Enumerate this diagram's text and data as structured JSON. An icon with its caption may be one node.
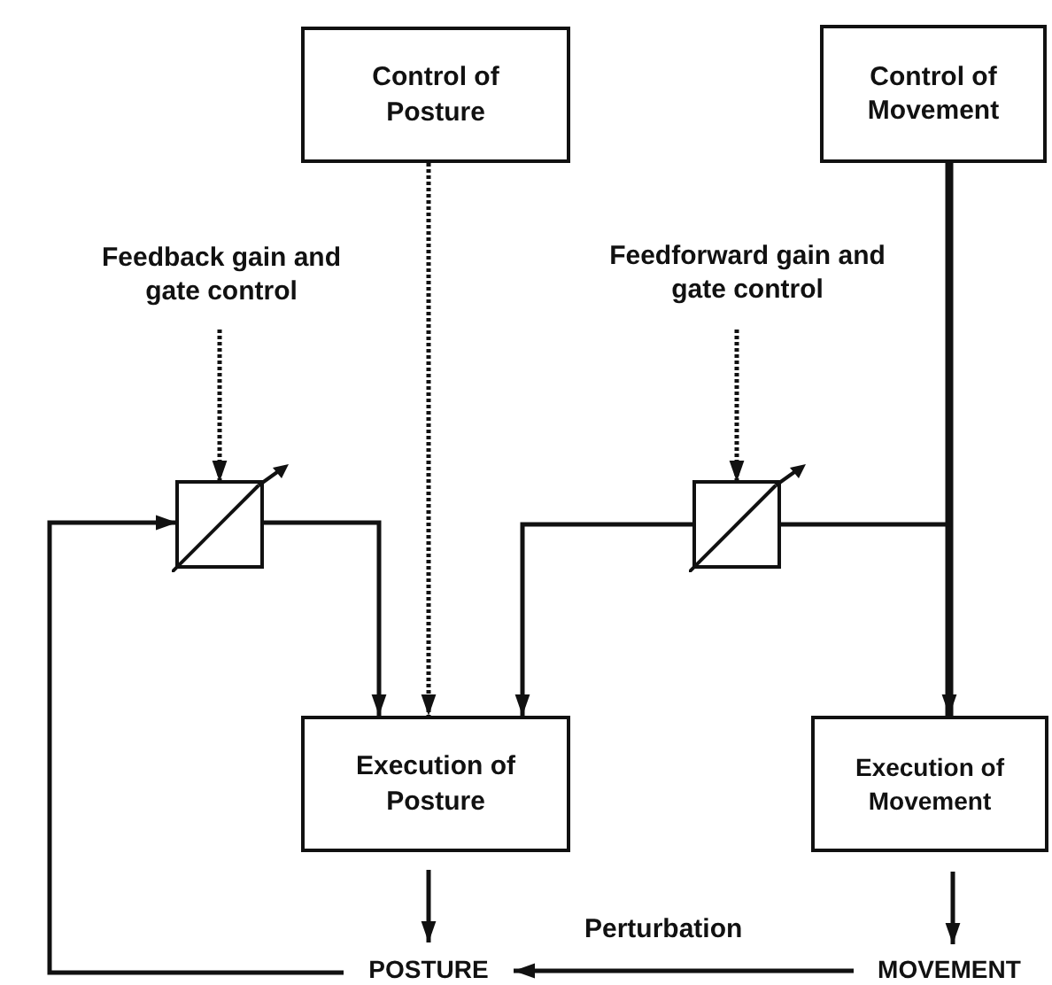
{
  "diagram": {
    "nodes": [
      {
        "text": [
          "Control of Posture"
        ]
      },
      {
        "text": [
          "Control of Movement"
        ]
      },
      {
        "text": [
          "Feedback gain and gate control"
        ]
      },
      {
        "text": [
          "Feedforward gain and gate control"
        ]
      },
      {
        "text": [],
        "shape": "box"
      },
      {
        "text": [],
        "shape": "box"
      },
      {
        "text": [
          "Execution of Posture"
        ]
      },
      {
        "text": [
          "Execution of Movement"
        ]
      },
      {
        "text": [
          "POSTURE"
        ]
      },
      {
        "text": [
          "MOVEMENT"
        ]
      }
    ],
    "edges": [
      {
        "from": 0,
        "to": 6,
        "arrow": "to",
        "style": "dashed"
      },
      {
        "from": 1,
        "to": 7,
        "arrow": "to",
        "style": "thick"
      },
      {
        "from": 2,
        "to": 4,
        "arrow": "to",
        "style": "dashed"
      },
      {
        "from": 3,
        "to": 5,
        "arrow": "to",
        "style": "dashed"
      },
      {
        "from": 4,
        "to": 6,
        "arrow": "to"
      },
      {
        "from": 1,
        "to": 5,
        "arrow": "none"
      },
      {
        "from": 5,
        "to": 6,
        "arrow": "to"
      },
      {
        "from": 8,
        "to": 4,
        "arrow": "to"
      },
      {
        "from": 6,
        "to": 8,
        "arrow": "to"
      },
      {
        "from": 7,
        "to": 9,
        "arrow": "to"
      },
      {
        "from": 9,
        "to": 8,
        "arrow": "to",
        "label": "Perturbation"
      }
    ]
  }
}
